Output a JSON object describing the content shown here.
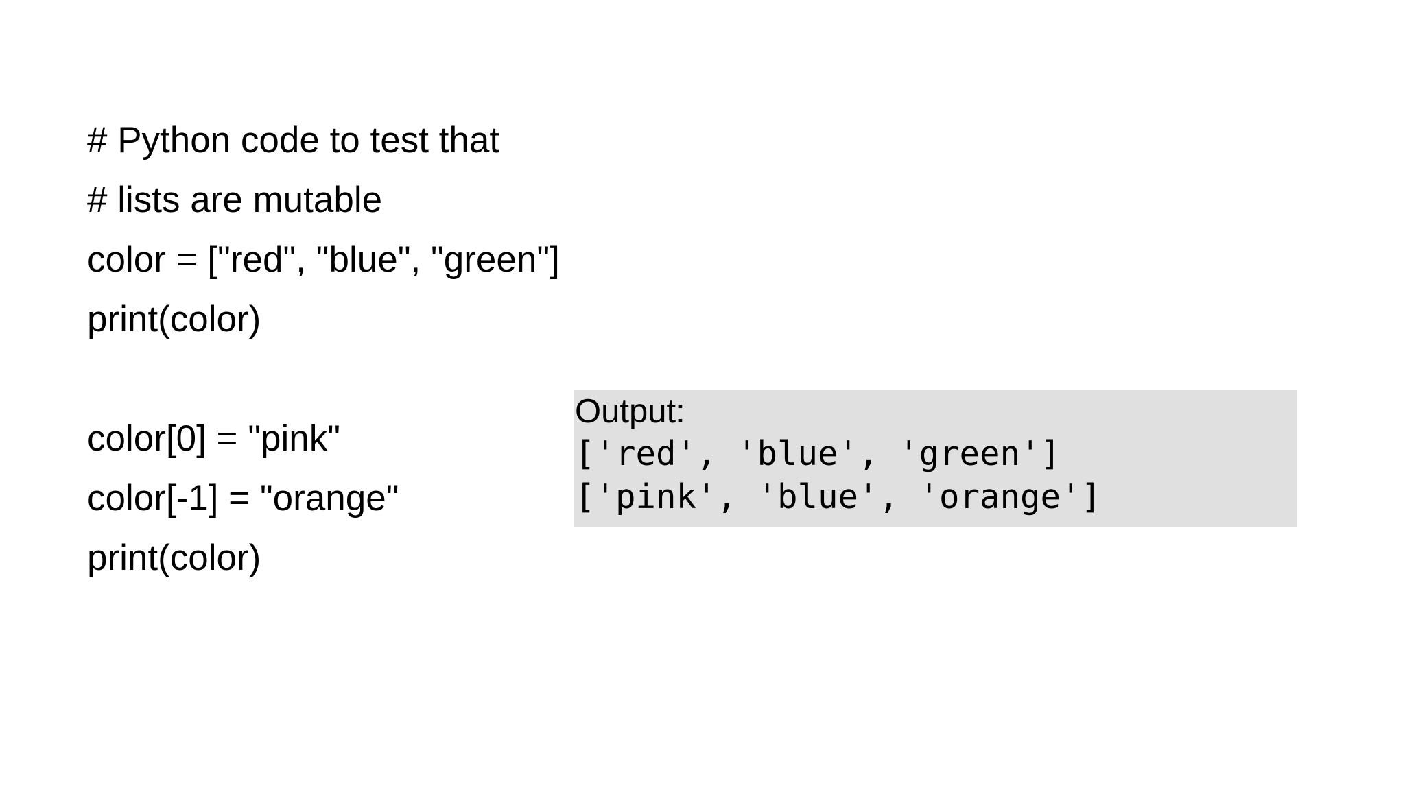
{
  "code": {
    "lines": [
      "# Python code to test that",
      "# lists are mutable",
      "color = [\"red\", \"blue\", \"green\"]",
      "print(color)",
      "",
      "color[0] = \"pink\"",
      "color[-1] = \"orange\"",
      "print(color)"
    ]
  },
  "output": {
    "heading": "Output:",
    "lines": [
      "['red', 'blue', 'green']",
      "['pink', 'blue', 'orange']"
    ]
  },
  "colors": {
    "background": "#ffffff",
    "output_box": "#e0e0e0",
    "text": "#000000"
  }
}
